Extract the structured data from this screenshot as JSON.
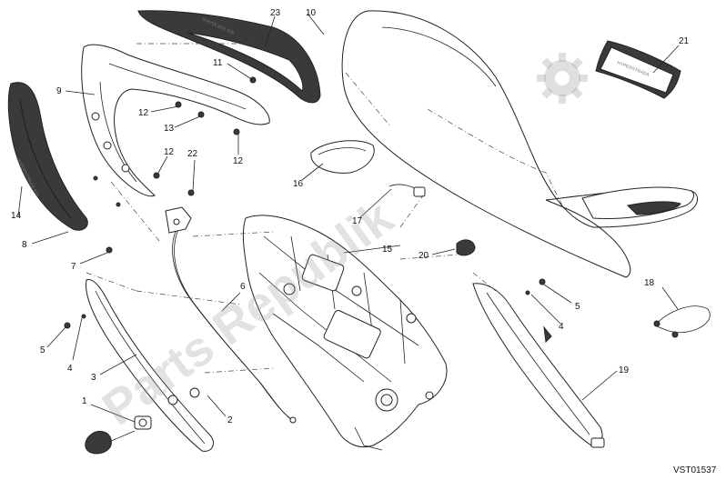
{
  "diagram": {
    "reference_code": "VST01537",
    "watermark": {
      "text": "Parts Republik"
    },
    "decal_texts": {
      "tail_decal": "DIAVOLSKE 939",
      "side_panel": "HYPERSTRADA 939",
      "manual": "HYPERSTRADA"
    },
    "callouts": [
      {
        "id": "1",
        "label": "1"
      },
      {
        "id": "2",
        "label": "2"
      },
      {
        "id": "3",
        "label": "3"
      },
      {
        "id": "4a",
        "label": "4"
      },
      {
        "id": "4b",
        "label": "4"
      },
      {
        "id": "5a",
        "label": "5"
      },
      {
        "id": "5b",
        "label": "5"
      },
      {
        "id": "6",
        "label": "6"
      },
      {
        "id": "7",
        "label": "7"
      },
      {
        "id": "8",
        "label": "8"
      },
      {
        "id": "9",
        "label": "9"
      },
      {
        "id": "10",
        "label": "10"
      },
      {
        "id": "11",
        "label": "11"
      },
      {
        "id": "12a",
        "label": "12"
      },
      {
        "id": "12b",
        "label": "12"
      },
      {
        "id": "12c",
        "label": "12"
      },
      {
        "id": "13",
        "label": "13"
      },
      {
        "id": "14",
        "label": "14"
      },
      {
        "id": "15",
        "label": "15"
      },
      {
        "id": "16",
        "label": "16"
      },
      {
        "id": "17",
        "label": "17"
      },
      {
        "id": "18",
        "label": "18"
      },
      {
        "id": "19",
        "label": "19"
      },
      {
        "id": "20",
        "label": "20"
      },
      {
        "id": "21",
        "label": "21"
      },
      {
        "id": "22",
        "label": "22"
      },
      {
        "id": "23",
        "label": "23"
      }
    ]
  }
}
